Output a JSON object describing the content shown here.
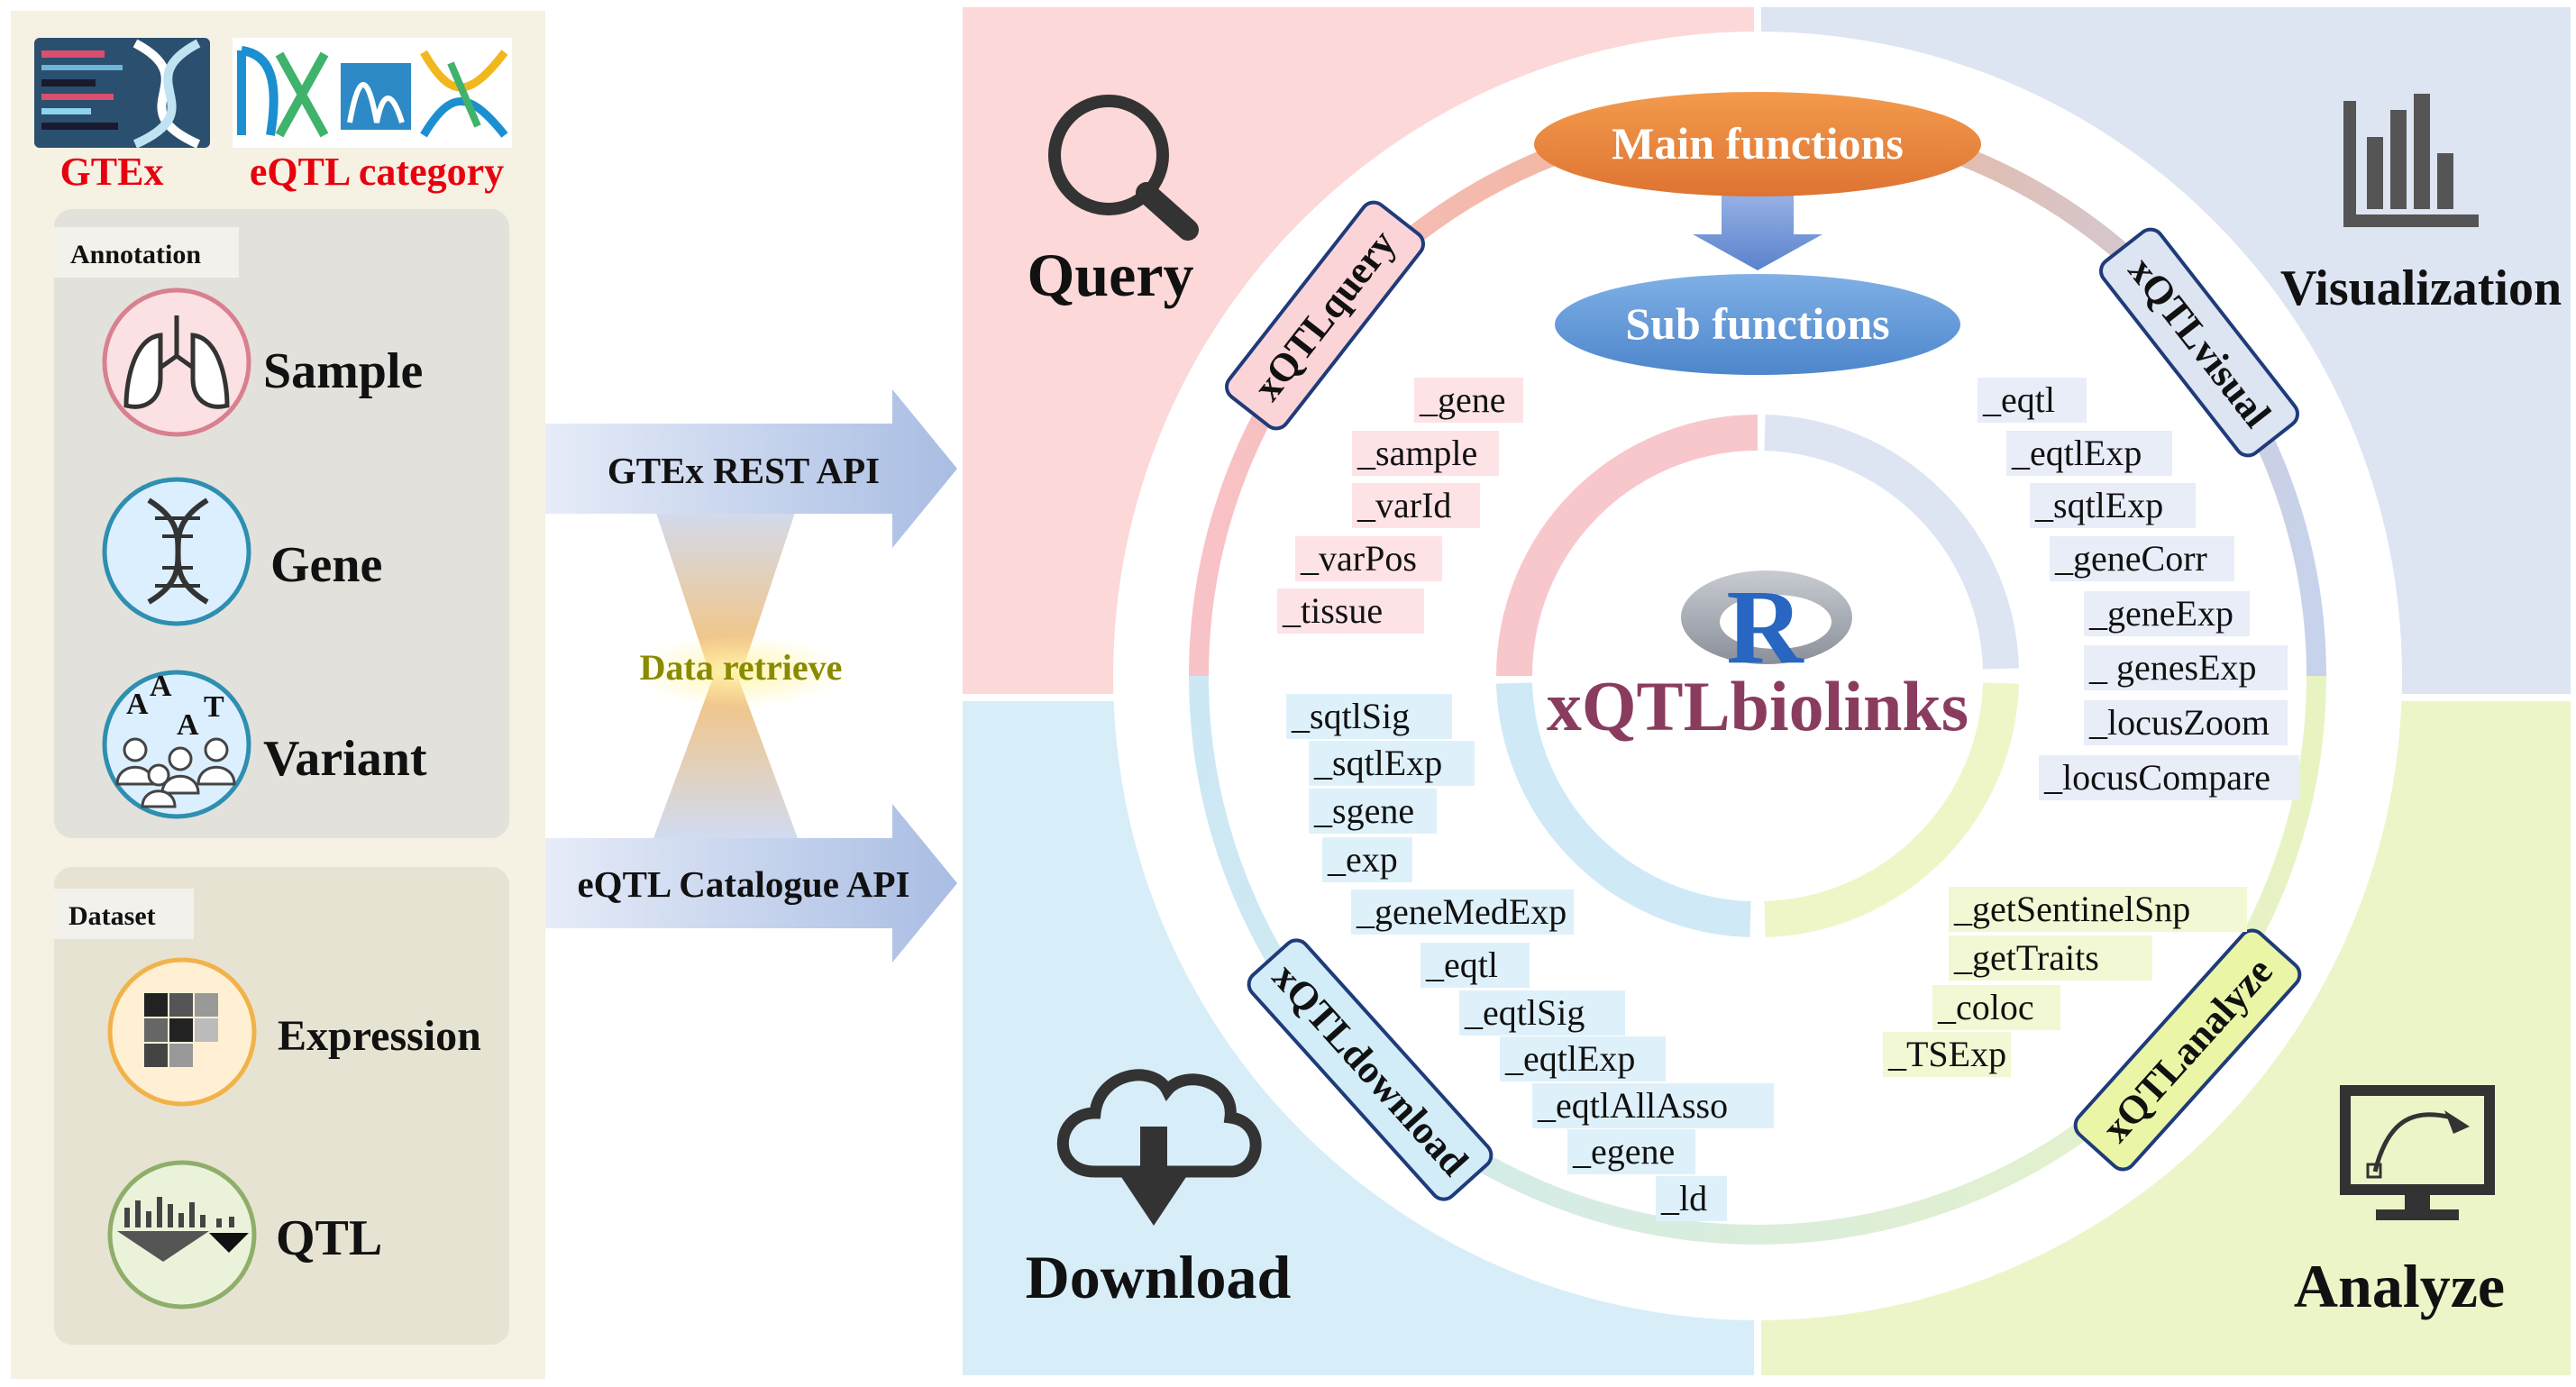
{
  "left_panel": {
    "logos": [
      {
        "label": "GTEx",
        "icon": "dna-heatmap-icon"
      },
      {
        "label": "eQTL category",
        "icon": "eqtl-logo-icon"
      }
    ],
    "annotation": {
      "title": "Annotation",
      "items": [
        {
          "label": "Sample",
          "icon": "lungs-icon",
          "color": "#d9808f"
        },
        {
          "label": "Gene",
          "icon": "dna-helix-icon",
          "color": "#2e8fb0"
        },
        {
          "label": "Variant",
          "icon": "population-variant-icon",
          "color": "#2e8fb0"
        }
      ]
    },
    "dataset": {
      "title": "Dataset",
      "items": [
        {
          "label": "Expression",
          "icon": "heatmap-grid-icon",
          "color": "#f2b24a"
        },
        {
          "label": "QTL",
          "icon": "qtl-bars-icon",
          "color": "#8fae6a"
        }
      ]
    }
  },
  "apis": {
    "top": "GTEx REST API",
    "middle": "Data retrieve",
    "bottom": "eQTL Catalogue API"
  },
  "quadrants": {
    "query": {
      "label": "Query",
      "icon": "magnifier-icon",
      "color": "#fcd8d8"
    },
    "visualization": {
      "label": "Visualization",
      "icon": "bar-chart-icon",
      "color": "#dde5f3"
    },
    "download": {
      "label": "Download",
      "icon": "cloud-download-icon",
      "color": "#d7eef8"
    },
    "analyze": {
      "label": "Analyze",
      "icon": "monitor-curve-icon",
      "color": "#ecf5c8"
    }
  },
  "center": {
    "main_functions": "Main functions",
    "sub_functions": "Sub functions",
    "logo_letter": "R",
    "package": "xQTLbiolinks"
  },
  "modules": {
    "query": {
      "label": "xQTLquery",
      "funcs": [
        "_gene",
        "_sample",
        "_varId",
        "_varPos",
        "_tissue"
      ]
    },
    "visual": {
      "label": "xQTLvisual",
      "funcs": [
        "_eqtl",
        "_eqtlExp",
        "_sqtlExp",
        "_geneCorr",
        "_geneExp",
        "_ genesExp",
        "_locusZoom",
        "_locusCompare"
      ]
    },
    "download": {
      "label": "xQTLdownload",
      "funcs": [
        "_sqtlSig",
        "_sqtlExp",
        "_sgene",
        "_exp",
        "_geneMedExp",
        "_eqtl",
        "_eqtlSig",
        "_eqtlExp",
        "_eqtlAllAsso",
        "_egene",
        "_ld"
      ]
    },
    "analyze": {
      "label": "xQTLanalyze",
      "funcs": [
        "_getSentinelSnp",
        "_getTraits",
        "_coloc",
        "_TSExp"
      ]
    }
  }
}
